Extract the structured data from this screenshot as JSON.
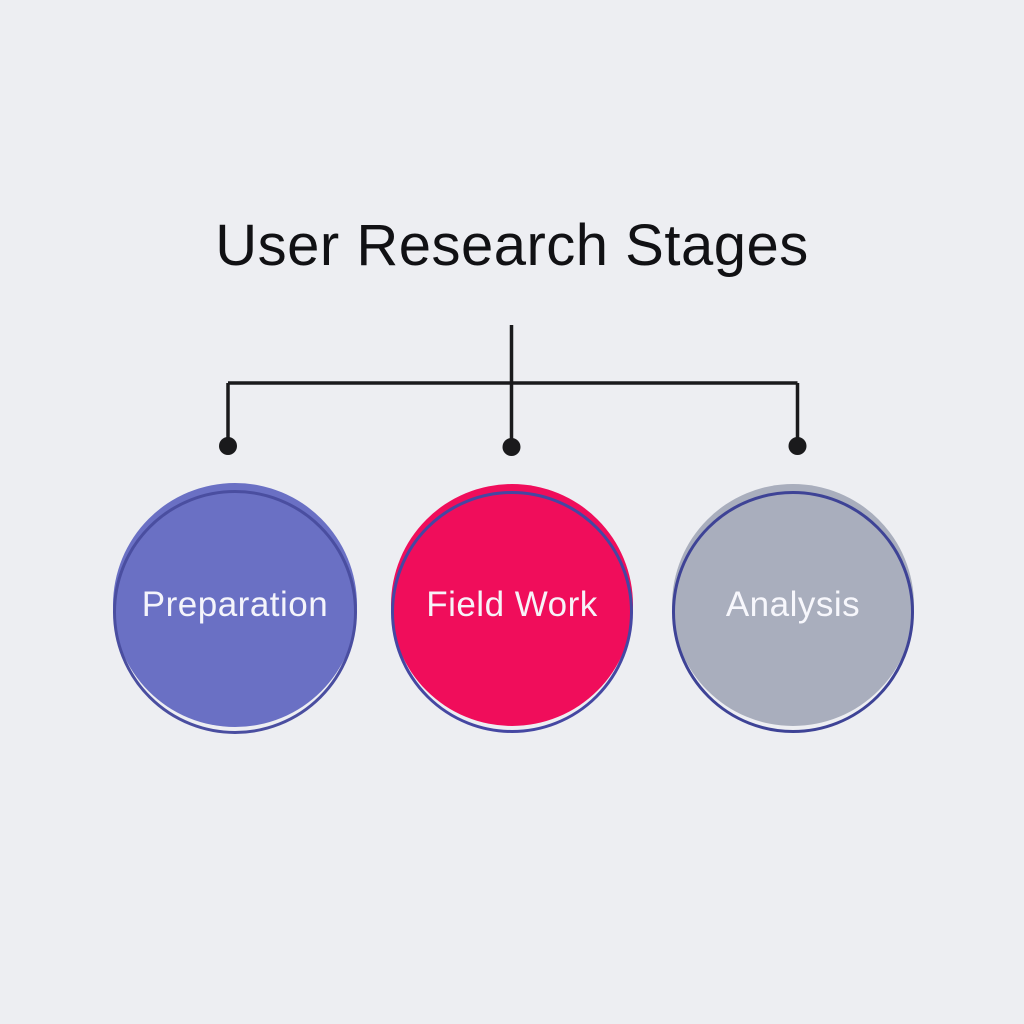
{
  "title": "User Research Stages",
  "background_color": "#edeef2",
  "title_color": "#111114",
  "connector": {
    "color": "#1a1a1c",
    "description": "tree-branch lines from title to three stages, each branch ending in a filled dot"
  },
  "stages": [
    {
      "label": "Preparation",
      "fill": "#6a70c4",
      "ring": "#4a4ea0",
      "text_color": "#f4f4fb"
    },
    {
      "label": "Field Work",
      "fill": "#f00d5b",
      "ring": "#4547a2",
      "text_color": "#f7f2f8"
    },
    {
      "label": "Analysis",
      "fill": "#a9aebd",
      "ring": "#3e4396",
      "text_color": "#f7f7fc"
    }
  ]
}
